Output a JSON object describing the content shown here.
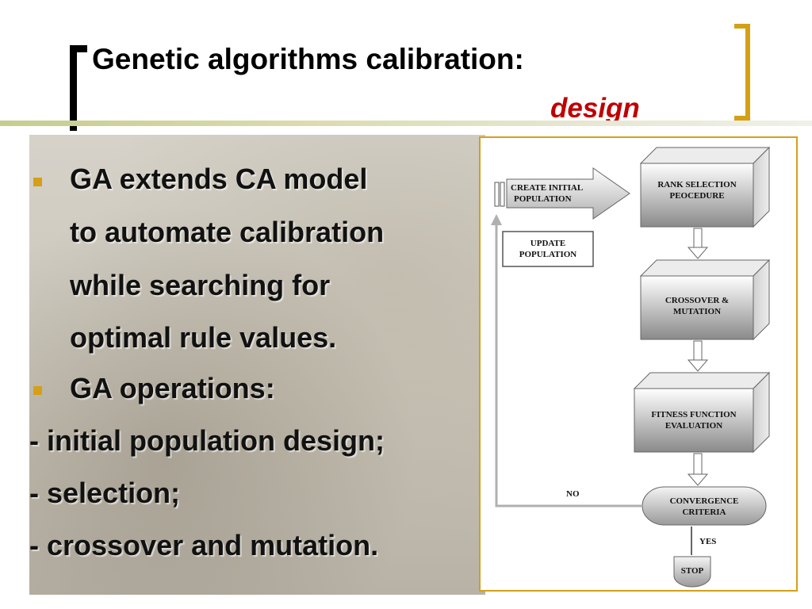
{
  "title": {
    "main": "Genetic algorithms calibration:",
    "sub": "design"
  },
  "bullets": [
    {
      "type": "bullet",
      "lines": [
        "GA extends CA model",
        "to automate calibration",
        "while searching for",
        "optimal rule values."
      ]
    },
    {
      "type": "bullet",
      "lines": [
        "GA operations:"
      ]
    },
    {
      "type": "dash",
      "lines": [
        "- initial population design;"
      ]
    },
    {
      "type": "dash",
      "lines": [
        "- selection;"
      ]
    },
    {
      "type": "dash",
      "lines": [
        "- crossover and mutation."
      ]
    }
  ],
  "diagram": {
    "create": [
      "CREATE INITIAL",
      "POPULATION"
    ],
    "rank": [
      "RANK SELECTION",
      "PEOCEDURE"
    ],
    "update": [
      "UPDATE",
      "POPULATION"
    ],
    "crossover": [
      "CROSSOVER &",
      "MUTATION"
    ],
    "fitness": [
      "FITNESS FUNCTION",
      "EVALUATION"
    ],
    "convergence": [
      "CONVERGENCE",
      "CRITERIA"
    ],
    "no_label": "NO",
    "yes_label": "YES",
    "stop": "STOP"
  },
  "colors": {
    "accent": "#d4a017",
    "title_sub": "#c00000"
  }
}
